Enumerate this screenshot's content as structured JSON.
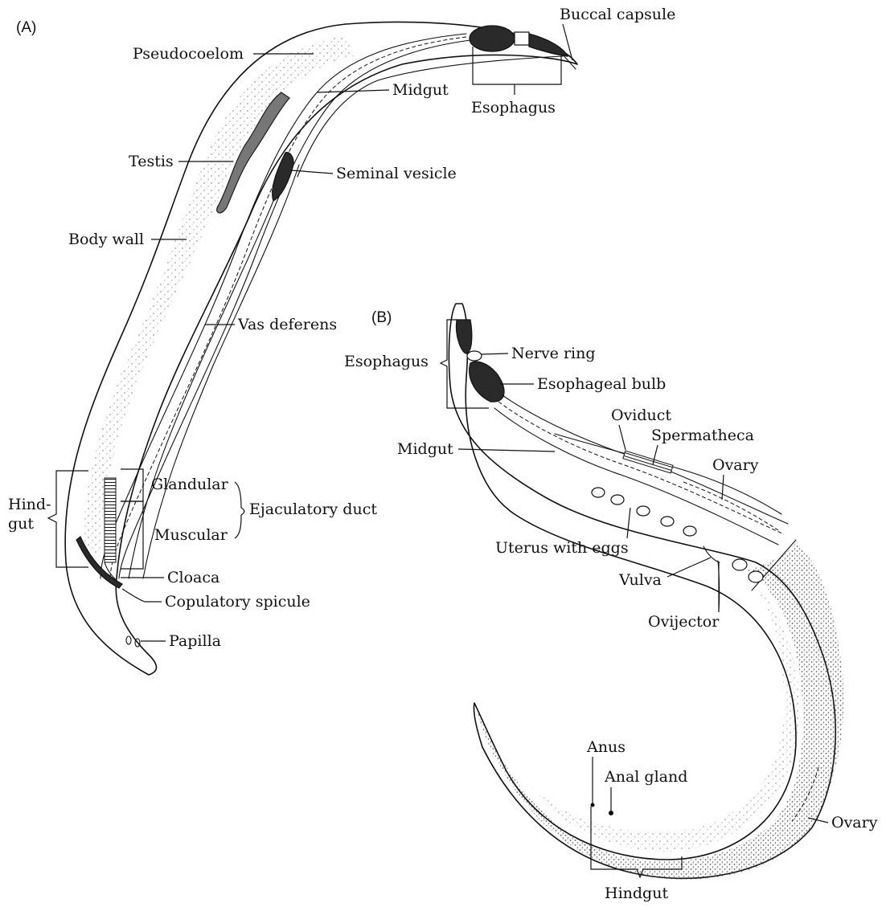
{
  "panels": {
    "a": "(A)",
    "b": "(B)"
  },
  "male_labels": {
    "buccal_capsule": "Buccal capsule",
    "pseudocoelom": "Pseudocoelom",
    "midgut": "Midgut",
    "esophagus": "Esophagus",
    "testis": "Testis",
    "seminal_vesicle": "Seminal vesicle",
    "body_wall": "Body wall",
    "vas_deferens": "Vas deferens",
    "hindgut_line1": "Hind-",
    "hindgut_line2": "gut",
    "glandular": "Glandular",
    "muscular": "Muscular",
    "ejaculatory_duct": "Ejaculatory duct",
    "cloaca": "Cloaca",
    "copulatory_spicule": "Copulatory spicule",
    "papilla": "Papilla"
  },
  "female_labels": {
    "esophagus": "Esophagus",
    "nerve_ring": "Nerve ring",
    "esophageal_bulb": "Esophageal bulb",
    "oviduct": "Oviduct",
    "spermatheca": "Spermatheca",
    "midgut": "Midgut",
    "ovary_upper": "Ovary",
    "uterus_with_eggs": "Uterus with eggs",
    "vulva": "Vulva",
    "ovijector": "Ovijector",
    "anus": "Anus",
    "anal_gland": "Anal gland",
    "ovary_lower": "Ovary",
    "hindgut": "Hindgut"
  },
  "colors": {
    "ink": "#111111",
    "paper": "#ffffff",
    "stipple": "#444444"
  }
}
